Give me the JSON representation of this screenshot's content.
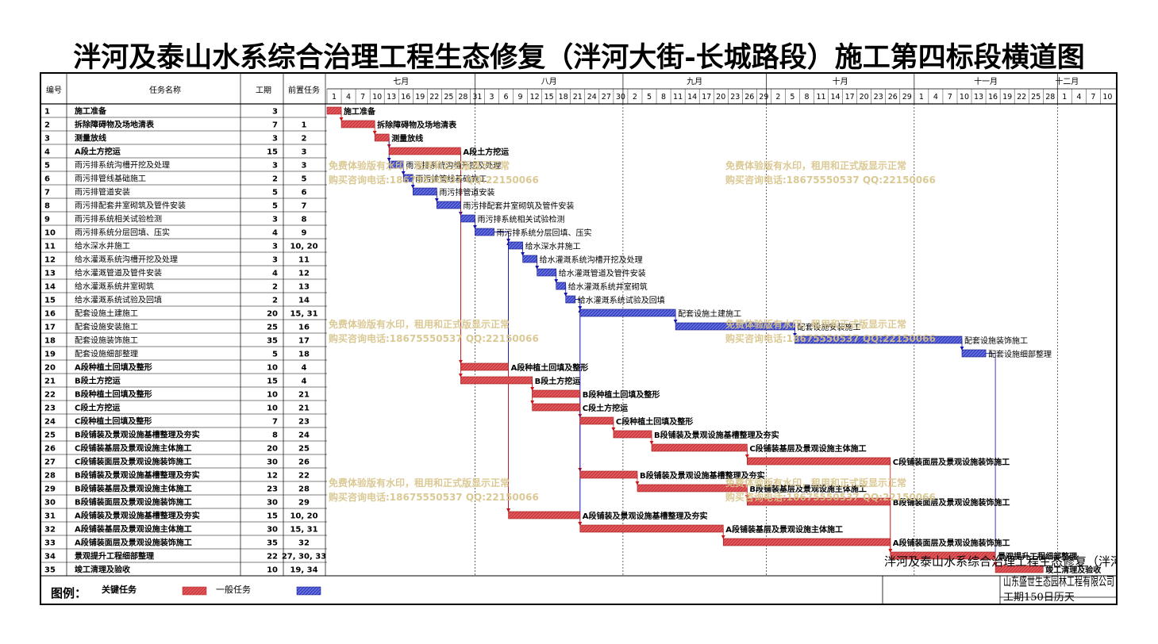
{
  "title": "泮河及泰山水系综合治理工程生态修复（泮河大街-长城路段）施工第四标段横道图",
  "columns": {
    "id": "编号",
    "name": "任务名称",
    "duration": "工期",
    "pred": "前置任务"
  },
  "months": [
    "七月",
    "八月",
    "九月",
    "十月",
    "十一月",
    "十二月"
  ],
  "day_ticks": [
    "1",
    "4",
    "7",
    "10",
    "13",
    "16",
    "19",
    "22",
    "25",
    "28",
    "31",
    "3",
    "6",
    "9",
    "12",
    "15",
    "18",
    "21",
    "24",
    "27",
    "30",
    "2",
    "5",
    "8",
    "11",
    "14",
    "17",
    "20",
    "23",
    "26",
    "29",
    "2",
    "5",
    "8",
    "11",
    "14",
    "17",
    "20",
    "23",
    "26",
    "29",
    "1",
    "4",
    "7",
    "10",
    "13",
    "16",
    "19",
    "22",
    "25",
    "28",
    "1",
    "4",
    "7",
    "10"
  ],
  "tasks": [
    {
      "id": "1",
      "name": "施工准备",
      "dur": "3",
      "pred": "",
      "bold": true
    },
    {
      "id": "2",
      "name": "拆除障碍物及场地清表",
      "dur": "7",
      "pred": "1",
      "bold": true
    },
    {
      "id": "3",
      "name": "测量放线",
      "dur": "3",
      "pred": "2",
      "bold": true
    },
    {
      "id": "4",
      "name": "A段土方挖运",
      "dur": "15",
      "pred": "3",
      "bold": true
    },
    {
      "id": "5",
      "name": "雨污排系统沟槽开挖及处理",
      "dur": "3",
      "pred": "3",
      "bold": false
    },
    {
      "id": "6",
      "name": "雨污排管线基础施工",
      "dur": "2",
      "pred": "5",
      "bold": false
    },
    {
      "id": "7",
      "name": "雨污排管道安装",
      "dur": "5",
      "pred": "6",
      "bold": false
    },
    {
      "id": "8",
      "name": "雨污排配套井室砌筑及管件安装",
      "dur": "5",
      "pred": "7",
      "bold": false
    },
    {
      "id": "9",
      "name": "雨污排系统相关试验检测",
      "dur": "3",
      "pred": "8",
      "bold": false
    },
    {
      "id": "10",
      "name": "雨污排系统分层回填、压实",
      "dur": "4",
      "pred": "9",
      "bold": false
    },
    {
      "id": "11",
      "name": "给水深水井施工",
      "dur": "3",
      "pred": "10, 20",
      "bold": false
    },
    {
      "id": "12",
      "name": "给水灌溉系统沟槽开挖及处理",
      "dur": "3",
      "pred": "11",
      "bold": false
    },
    {
      "id": "13",
      "name": "给水灌溉管道及管件安装",
      "dur": "4",
      "pred": "12",
      "bold": false
    },
    {
      "id": "14",
      "name": "给水灌溉系统井室砌筑",
      "dur": "2",
      "pred": "13",
      "bold": false
    },
    {
      "id": "15",
      "name": "给水灌溉系统试验及回填",
      "dur": "2",
      "pred": "14",
      "bold": false
    },
    {
      "id": "16",
      "name": "配套设施土建施工",
      "dur": "20",
      "pred": "15, 31",
      "bold": false
    },
    {
      "id": "17",
      "name": "配套设施安装施工",
      "dur": "25",
      "pred": "16",
      "bold": false
    },
    {
      "id": "18",
      "name": "配套设施装饰施工",
      "dur": "35",
      "pred": "17",
      "bold": false
    },
    {
      "id": "19",
      "name": "配套设施细部整理",
      "dur": "5",
      "pred": "18",
      "bold": false
    },
    {
      "id": "20",
      "name": "A段种植土回填及整形",
      "dur": "10",
      "pred": "4",
      "bold": true
    },
    {
      "id": "21",
      "name": "B段土方挖运",
      "dur": "15",
      "pred": "4",
      "bold": true
    },
    {
      "id": "22",
      "name": "B段种植土回填及整形",
      "dur": "10",
      "pred": "21",
      "bold": true
    },
    {
      "id": "23",
      "name": "C段土方挖运",
      "dur": "10",
      "pred": "21",
      "bold": true
    },
    {
      "id": "24",
      "name": "C段种植土回填及整形",
      "dur": "7",
      "pred": "23",
      "bold": true
    },
    {
      "id": "25",
      "name": "B段铺装及景观设施基槽整理及夯实",
      "dur": "8",
      "pred": "24",
      "bold": true
    },
    {
      "id": "26",
      "name": "C段铺装基层及景观设施主体施工",
      "dur": "20",
      "pred": "25",
      "bold": true
    },
    {
      "id": "27",
      "name": "C段铺装面层及景观设施装饰施工",
      "dur": "30",
      "pred": "26",
      "bold": true
    },
    {
      "id": "28",
      "name": "B段铺装及景观设施基槽整理及夯实",
      "dur": "12",
      "pred": "22",
      "bold": true
    },
    {
      "id": "29",
      "name": "B段铺装基层及景观设施主体施工",
      "dur": "23",
      "pred": "28",
      "bold": true
    },
    {
      "id": "30",
      "name": "B段铺装面层及景观设施装饰施工",
      "dur": "30",
      "pred": "29",
      "bold": true
    },
    {
      "id": "31",
      "name": "A段铺装及景观设施基槽整理及夯实",
      "dur": "15",
      "pred": "10, 20",
      "bold": true
    },
    {
      "id": "32",
      "name": "A段铺装基层及景观设施主体施工",
      "dur": "30",
      "pred": "15, 31",
      "bold": true
    },
    {
      "id": "33",
      "name": "A段铺装面层及景观设施装饰施工",
      "dur": "35",
      "pred": "32",
      "bold": true
    },
    {
      "id": "34",
      "name": "景观提升工程细部整理",
      "dur": "22",
      "pred": "27, 30, 33",
      "bold": true
    },
    {
      "id": "35",
      "name": "竣工清理及验收",
      "dur": "10",
      "pred": "19, 34",
      "bold": true
    }
  ],
  "chart_data": {
    "type": "gantt",
    "x_unit": "day",
    "x_start": "7月1日",
    "bars": [
      {
        "task": "1",
        "start": 1,
        "end": 3,
        "critical": true
      },
      {
        "task": "2",
        "start": 4,
        "end": 10,
        "critical": true
      },
      {
        "task": "3",
        "start": 11,
        "end": 13,
        "critical": true
      },
      {
        "task": "4",
        "start": 14,
        "end": 28,
        "critical": true
      },
      {
        "task": "5",
        "start": 14,
        "end": 16,
        "critical": false
      },
      {
        "task": "6",
        "start": 17,
        "end": 18,
        "critical": false
      },
      {
        "task": "7",
        "start": 19,
        "end": 23,
        "critical": false
      },
      {
        "task": "8",
        "start": 24,
        "end": 28,
        "critical": false
      },
      {
        "task": "9",
        "start": 29,
        "end": 31,
        "critical": false
      },
      {
        "task": "10",
        "start": 32,
        "end": 35,
        "critical": false
      },
      {
        "task": "11",
        "start": 39,
        "end": 41,
        "critical": false
      },
      {
        "task": "12",
        "start": 42,
        "end": 44,
        "critical": false
      },
      {
        "task": "13",
        "start": 45,
        "end": 48,
        "critical": false
      },
      {
        "task": "14",
        "start": 49,
        "end": 50,
        "critical": false
      },
      {
        "task": "15",
        "start": 51,
        "end": 52,
        "critical": false
      },
      {
        "task": "16",
        "start": 54,
        "end": 73,
        "critical": false
      },
      {
        "task": "17",
        "start": 74,
        "end": 98,
        "critical": false
      },
      {
        "task": "18",
        "start": 99,
        "end": 133,
        "critical": false
      },
      {
        "task": "19",
        "start": 134,
        "end": 138,
        "critical": false
      },
      {
        "task": "20",
        "start": 29,
        "end": 38,
        "critical": true
      },
      {
        "task": "21",
        "start": 29,
        "end": 43,
        "critical": true
      },
      {
        "task": "22",
        "start": 44,
        "end": 53,
        "critical": true
      },
      {
        "task": "23",
        "start": 44,
        "end": 53,
        "critical": true
      },
      {
        "task": "24",
        "start": 54,
        "end": 60,
        "critical": true
      },
      {
        "task": "25",
        "start": 61,
        "end": 68,
        "critical": true
      },
      {
        "task": "26",
        "start": 69,
        "end": 88,
        "critical": true
      },
      {
        "task": "27",
        "start": 89,
        "end": 118,
        "critical": true
      },
      {
        "task": "28",
        "start": 54,
        "end": 65,
        "critical": true
      },
      {
        "task": "29",
        "start": 66,
        "end": 88,
        "critical": true
      },
      {
        "task": "30",
        "start": 89,
        "end": 118,
        "critical": true
      },
      {
        "task": "31",
        "start": 39,
        "end": 53,
        "critical": true
      },
      {
        "task": "32",
        "start": 54,
        "end": 83,
        "critical": true
      },
      {
        "task": "33",
        "start": 84,
        "end": 118,
        "critical": true
      },
      {
        "task": "34",
        "start": 119,
        "end": 140,
        "critical": true
      },
      {
        "task": "35",
        "start": 141,
        "end": 150,
        "critical": true
      }
    ]
  },
  "watermark": {
    "line1": "免费体验版有水印，租用和正式版显示正常",
    "line2": "购买咨询电话:18675550537 QQ:22150066"
  },
  "legend": {
    "label": "图例：",
    "critical": "关键任务",
    "general": "一般任务"
  },
  "footer": {
    "project": "泮河及泰山水系综合治理工程生态修复（泮河大街-长城路段）施工第四标段",
    "company": "山东盛世生态园林工程有限公司",
    "duration": "工期150日历天"
  },
  "colors": {
    "critical": "#e0565b",
    "general": "#3f49c6",
    "link_critical": "#d01010",
    "link_general": "#1010b0",
    "watermark": "#d8c48a"
  }
}
